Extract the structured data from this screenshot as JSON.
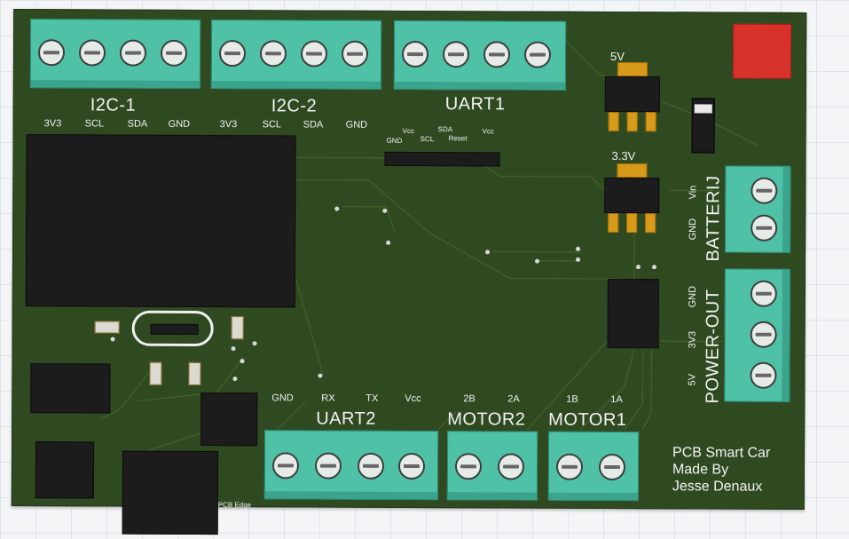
{
  "board": {
    "connectors": {
      "i2c1": {
        "title": "I2C-1",
        "pins": [
          "3V3",
          "SCL",
          "SDA",
          "GND"
        ]
      },
      "i2c2": {
        "title": "I2C-2",
        "pins": [
          "3V3",
          "SCL",
          "SDA",
          "GND"
        ]
      },
      "uart1": {
        "title": "UART1"
      },
      "uart2": {
        "title": "UART2",
        "pins": [
          "GND",
          "RX",
          "TX",
          "Vcc"
        ]
      },
      "motor2": {
        "title": "MOTOR2",
        "pins": [
          "2B",
          "2A"
        ]
      },
      "motor1": {
        "title": "MOTOR1",
        "pins": [
          "1B",
          "1A"
        ]
      },
      "battery": {
        "title": "BATTERIJ",
        "pins": [
          "Vin",
          "GND"
        ]
      },
      "power_out": {
        "title": "POWER-OUT",
        "pins": [
          "GND",
          "3V3",
          "5V"
        ]
      }
    },
    "header_pins": {
      "top": [
        "Vcc",
        "SDA",
        "Vcc"
      ],
      "bottom": [
        "GND",
        "SCL",
        "Reset"
      ]
    },
    "regulators": {
      "v5": "5V",
      "v33": "3.3V"
    },
    "edge_label": "PCB Edge",
    "credit": [
      "PCB Smart Car",
      "Made By",
      "Jesse Denaux"
    ],
    "colors": {
      "board": "#2f4a21",
      "terminal": "#4fc1a7",
      "led": "#d8312b",
      "pad": "#d89a1a"
    }
  }
}
